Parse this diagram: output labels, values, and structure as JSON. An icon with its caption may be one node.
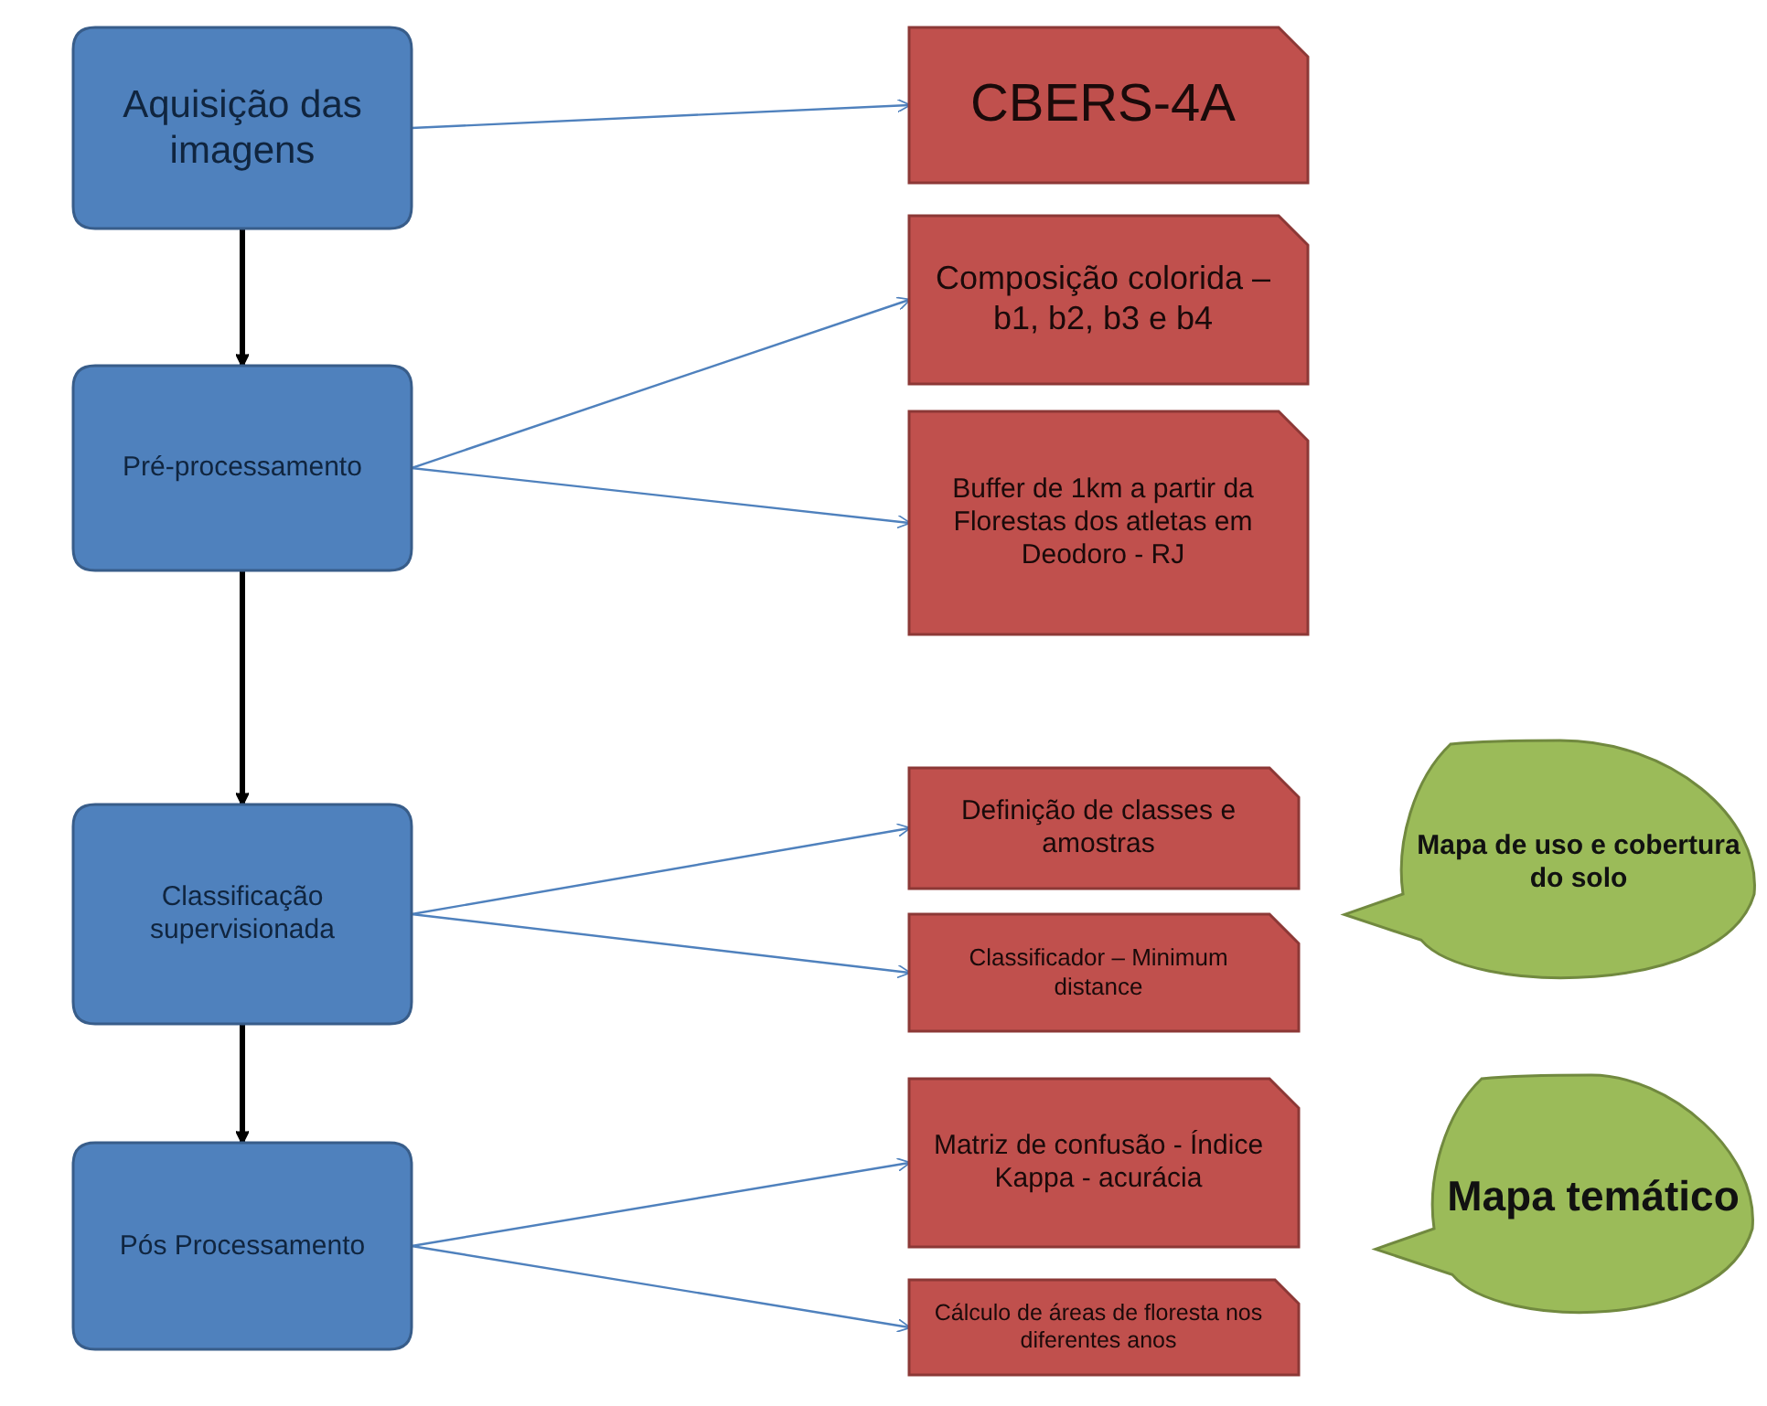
{
  "diagram": {
    "nodes": [
      {
        "text": [
          "Aquisição das imagens"
        ]
      },
      {
        "text": [
          "Pré-processamento"
        ]
      },
      {
        "text": [
          "Classificação supervisionada"
        ]
      },
      {
        "text": [
          "Pós Processamento"
        ]
      },
      {
        "text": [
          "CBERS-4A"
        ]
      },
      {
        "text": [
          "Composição colorida –b1, b2, b3 e b4"
        ]
      },
      {
        "text": [
          "Buffer de 1km a partir da Florestas dos atletas em Deodoro - RJ"
        ]
      },
      {
        "text": [
          "Definição de classes e amostras"
        ]
      },
      {
        "text": [
          "Classificador – Minimum distance"
        ]
      },
      {
        "text": [
          "Matriz de confusão - Índice Kappa - acurácia"
        ]
      },
      {
        "text": [
          "Cálculo de áreas de floresta nos diferentes anos"
        ]
      },
      {
        "text": [
          "Mapa de uso e cobertura do solo"
        ]
      },
      {
        "text": [
          "Mapa temático"
        ]
      }
    ],
    "edges": [
      {
        "from": 0,
        "to": 1,
        "arrow": "to",
        "style": "thick",
        "color": "#000000"
      },
      {
        "from": 1,
        "to": 2,
        "arrow": "to",
        "style": "thick",
        "color": "#000000"
      },
      {
        "from": 2,
        "to": 3,
        "arrow": "to",
        "style": "thick",
        "color": "#000000"
      },
      {
        "from": 0,
        "to": 4,
        "arrow": "to"
      },
      {
        "from": 1,
        "to": 5,
        "arrow": "to"
      },
      {
        "from": 1,
        "to": 6,
        "arrow": "to"
      },
      {
        "from": 2,
        "to": 7,
        "arrow": "to"
      },
      {
        "from": 2,
        "to": 8,
        "arrow": "to"
      },
      {
        "from": 3,
        "to": 9,
        "arrow": "to"
      },
      {
        "from": 3,
        "to": 10,
        "arrow": "to"
      }
    ]
  }
}
